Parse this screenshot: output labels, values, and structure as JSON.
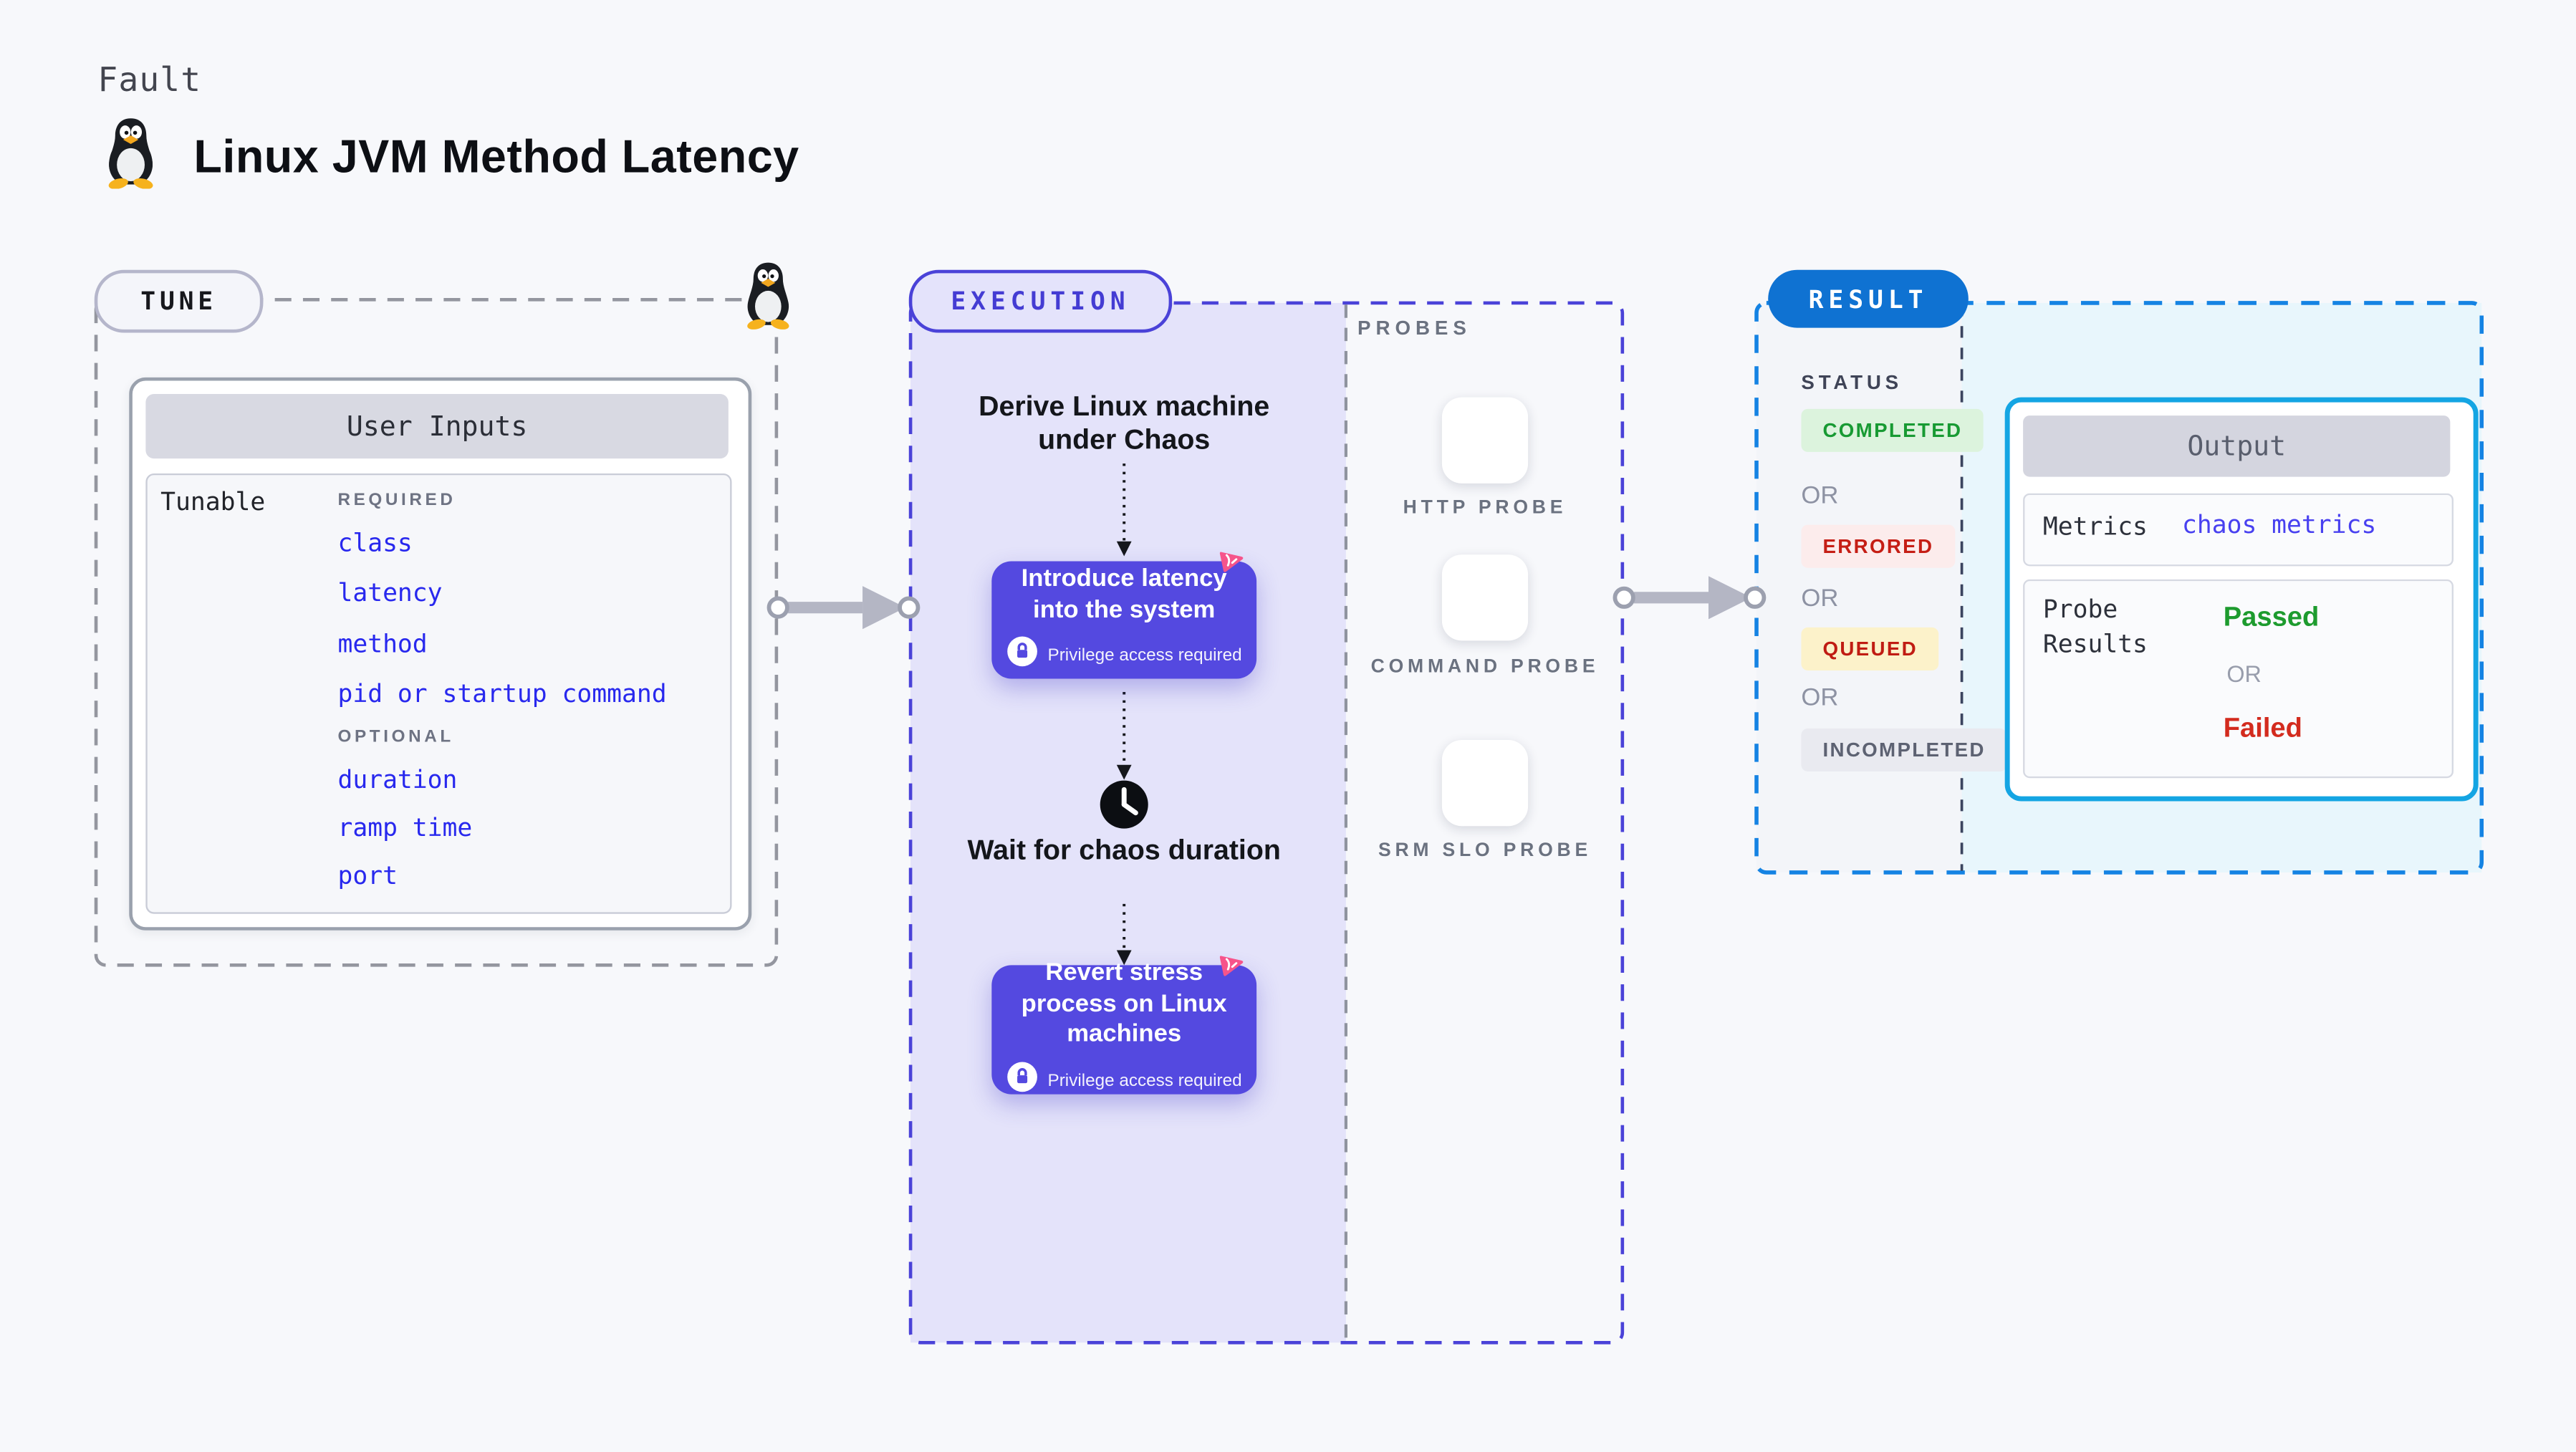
{
  "page": {
    "background": "#f7f8fb"
  },
  "header": {
    "fault_label": "Fault",
    "title": "Linux JVM Method Latency"
  },
  "tune": {
    "badge": "TUNE",
    "table_title": "User Inputs",
    "row_label": "Tunable",
    "required_label": "REQUIRED",
    "optional_label": "OPTIONAL",
    "required_fields": [
      "class",
      "latency",
      "method",
      "pid or startup command"
    ],
    "optional_fields": [
      "duration",
      "ramp time",
      "port"
    ]
  },
  "execution": {
    "badge": "EXECUTION",
    "step_derive": "Derive Linux machine under Chaos",
    "step_introduce": "Introduce latency into the system",
    "step_wait": "Wait for chaos duration",
    "step_revert": "Revert stress process on Linux machines",
    "privilege_note": "Privilege access required"
  },
  "probes": {
    "label": "PROBES",
    "items": [
      {
        "label": "HTTP PROBE",
        "icon": "globe-warning-icon"
      },
      {
        "label": "COMMAND PROBE",
        "icon": "terminal-icon"
      },
      {
        "label": "SRM SLO PROBE",
        "icon": "slo-pie-check-icon"
      }
    ]
  },
  "result": {
    "badge": "RESULT",
    "status_label": "STATUS",
    "or_label": "OR",
    "statuses": [
      {
        "label": "COMPLETED",
        "text_color": "#189a33",
        "bg_color": "#dcf3dd"
      },
      {
        "label": "ERRORED",
        "text_color": "#c51e15",
        "bg_color": "#fcecec"
      },
      {
        "label": "QUEUED",
        "text_color": "#c01c13",
        "bg_color": "#fcf2ca"
      },
      {
        "label": "INCOMPLETED",
        "text_color": "#5d6272",
        "bg_color": "#e9eaf0"
      }
    ],
    "output": {
      "title": "Output",
      "metrics_label": "Metrics",
      "metrics_value": "chaos metrics",
      "probe_results_label": "Probe Results",
      "passed_label": "Passed",
      "or_label": "OR",
      "failed_label": "Failed"
    }
  },
  "colors": {
    "accent_indigo": "#5449e0",
    "execution_bg": "#e4e3fa",
    "execution_border": "#4a42d8",
    "tune_border": "#94969f",
    "result_border": "#1583e3",
    "result_bg": "#e8f6fc",
    "result_badge_bg": "#0f72d2",
    "link_blue": "#2828ee",
    "probe_icon_blue": "#1173d8",
    "pink_chaos": "#f6548b",
    "passed_green": "#1d9b2e",
    "failed_red": "#d32b1e"
  }
}
